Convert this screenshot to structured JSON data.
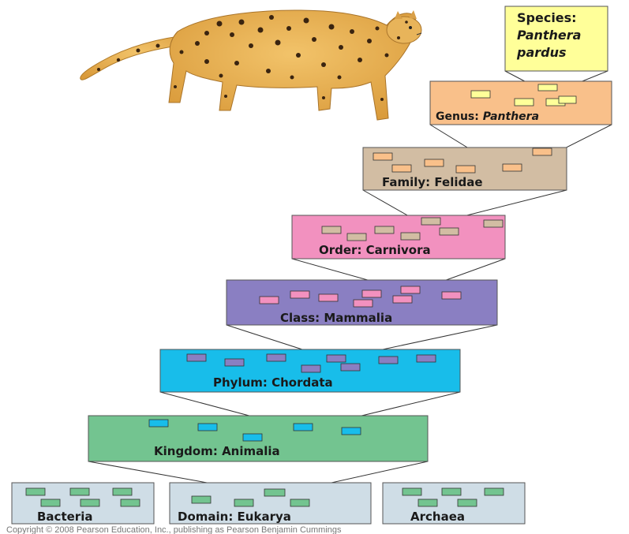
{
  "levels": {
    "species": {
      "label": "Species:",
      "name_line1": "Panthera",
      "name_line2": "pardus",
      "fill": "#ffff99"
    },
    "genus": {
      "label": "Genus: ",
      "name": "Panthera",
      "fill": "#f9c08a"
    },
    "family": {
      "label": "Family: Felidae",
      "fill": "#d2bda3"
    },
    "order": {
      "label": "Order: Carnivora",
      "fill": "#f291bf"
    },
    "class": {
      "label": "Class: Mammalia",
      "fill": "#8a7fc2"
    },
    "phylum": {
      "label": "Phylum: Chordata",
      "fill": "#18bdea"
    },
    "kingdom": {
      "label": "Kingdom: Animalia",
      "fill": "#73c490"
    },
    "domains": [
      {
        "label": "Bacteria",
        "fill": "#cfdde6"
      },
      {
        "label": "Domain: Eukarya",
        "fill": "#cfdde6"
      },
      {
        "label": "Archaea",
        "fill": "#cfdde6"
      }
    ]
  },
  "copyright": "Copyright © 2008 Pearson Education, Inc., publishing as Pearson Benjamin Cummings",
  "illustration": {
    "subject": "leopard"
  }
}
